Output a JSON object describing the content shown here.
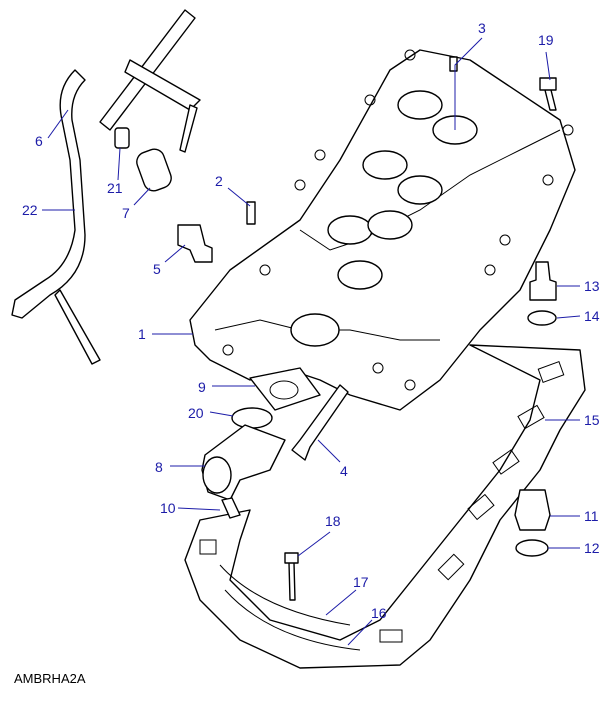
{
  "diagram": {
    "reference_code": "AMBRHA2A",
    "callouts": [
      "1",
      "2",
      "3",
      "4",
      "5",
      "6",
      "7",
      "8",
      "9",
      "10",
      "11",
      "12",
      "13",
      "14",
      "15",
      "16",
      "17",
      "18",
      "19",
      "20",
      "21",
      "22"
    ]
  },
  "colors": {
    "callout": "#1c1ca8",
    "line": "#000000"
  }
}
